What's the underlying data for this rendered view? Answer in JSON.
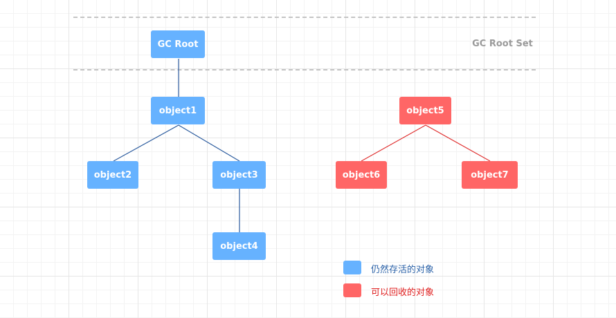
{
  "root_set": {
    "label": "GC Root Set"
  },
  "nodes": {
    "gc_root": "GC Root",
    "object1": "object1",
    "object2": "object2",
    "object3": "object3",
    "object4": "object4",
    "object5": "object5",
    "object6": "object6",
    "object7": "object7"
  },
  "legend": {
    "alive": "仍然存活的对象",
    "collectable": "可以回收的对象"
  },
  "colors": {
    "alive_fill": "#66b2ff",
    "alive_line": "#2b5b9e",
    "alive_text": "#2b62a8",
    "collectable_fill": "#ff6666",
    "collectable_line": "#e03030",
    "collectable_text": "#e02020"
  }
}
